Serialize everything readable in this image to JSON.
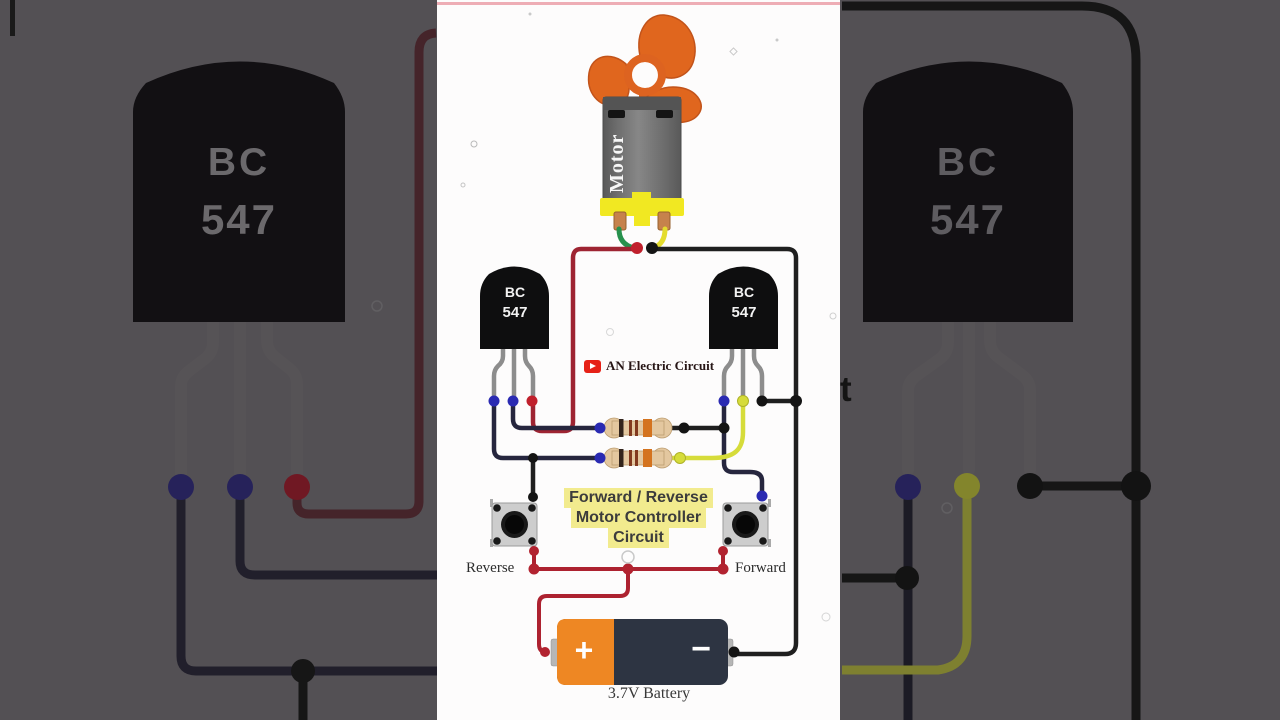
{
  "video": {
    "channel": {
      "name": "AN Electric Circuit",
      "icon": "youtube-play-icon"
    },
    "title_lines": {
      "line1": "Forward / Reverse",
      "line2": "Motor Controller",
      "line3": "Circuit"
    },
    "components": {
      "motor_label": "Motor",
      "transistor_left": {
        "line1": "BC",
        "line2": "547"
      },
      "transistor_right": {
        "line1": "BC",
        "line2": "547"
      },
      "button_left_label": "Reverse",
      "button_right_label": "Forward",
      "battery_label": "3.7V Battery",
      "battery_plus": "+",
      "battery_minus": "−"
    },
    "background_panels": {
      "left": {
        "line1": "BC",
        "line2": "547"
      },
      "right": {
        "line1": "BC",
        "line2": "547",
        "text_fragment": "t"
      }
    },
    "colors": {
      "panel_bg": "#535054",
      "canvas_bg": "#fdfcfc",
      "top_strip_pink": "#eeadb5",
      "fan_orange": "#e0661e",
      "motor_gray": "#7a7a7a",
      "motor_base_yellow": "#f1e822",
      "terminal_copper": "#c6824c",
      "wire_red": "#9e2432",
      "wire_bright_red": "#ad2230",
      "wire_black": "#1f1f1f",
      "wire_navy": "#26263e",
      "wire_yellow": "#d6dc3a",
      "wire_green": "#27914d",
      "dot_blue": "#2a2ab2",
      "dot_red": "#c0202c",
      "transistor_black": "#0e0e0f",
      "resistor_body": "#e3c79f",
      "battery_orange": "#ee8723",
      "battery_navy": "#2d3442",
      "title_highlight": "#f2eb8e",
      "youtube_red": "#e62117"
    }
  }
}
